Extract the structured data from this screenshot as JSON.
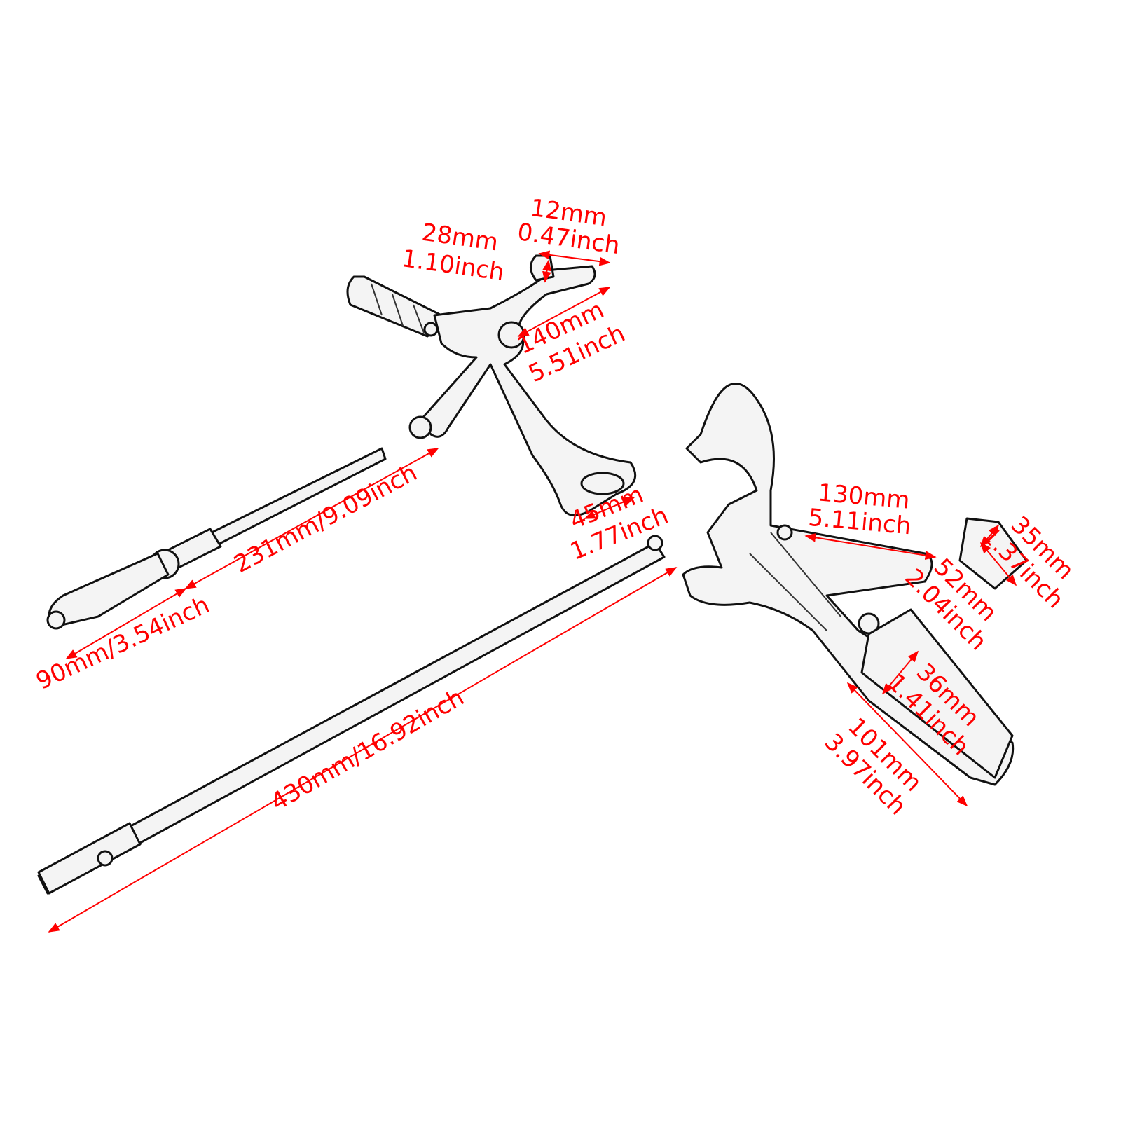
{
  "colors": {
    "dimension": "#ff0000",
    "outline": "#111111"
  },
  "labels": {
    "peg_length": {
      "mm": "12mm",
      "inch": "0.47inch"
    },
    "peg_diameter": {
      "mm": "28mm",
      "inch": "1.10inch"
    },
    "shift_arm": {
      "mm": "140mm",
      "inch": "5.51inch"
    },
    "shift_rod": {
      "text": "231mm/9.09inch"
    },
    "shift_lever_end": {
      "text": "90mm/3.54inch"
    },
    "mount_hole": {
      "mm": "45mm",
      "inch": "1.77inch"
    },
    "brake_rod": {
      "text": "430mm/16.92inch"
    },
    "brake_arm": {
      "mm": "130mm",
      "inch": "5.11inch"
    },
    "brake_pad_length": {
      "mm": "52mm",
      "inch": "2.04inch"
    },
    "brake_pad_width": {
      "mm": "35mm",
      "inch": "1.37inch"
    },
    "footpeg_diameter": {
      "mm": "36mm",
      "inch": "1.41inch"
    },
    "footpeg_length": {
      "mm": "101mm",
      "inch": "3.97inch"
    }
  }
}
